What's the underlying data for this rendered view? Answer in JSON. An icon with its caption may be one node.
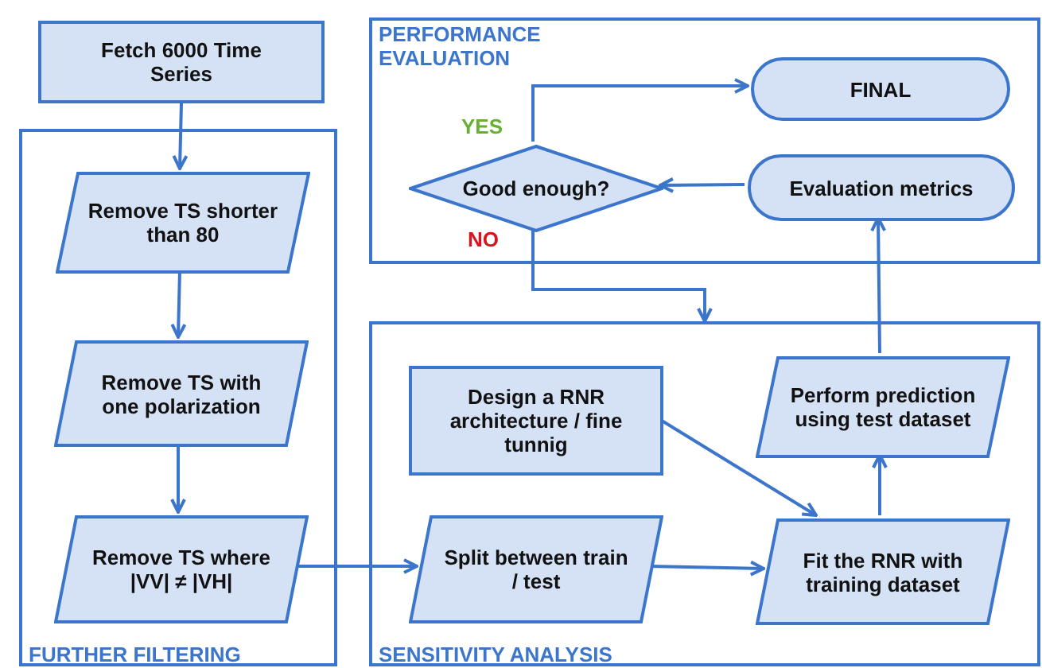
{
  "diagram": {
    "nodes": [
      {
        "text": [
          "Fetch 6000 Time Series"
        ]
      },
      {
        "text": [
          "FURTHER FILTERING"
        ]
      },
      {
        "text": [
          "Remove TS shorter than 80"
        ],
        "in": 1
      },
      {
        "text": [
          "Remove TS with one polarization"
        ],
        "in": 1
      },
      {
        "text": [
          "Remove TS where |VV| ≠ |VH|"
        ],
        "in": 1
      },
      {
        "text": [
          "PERFORMANCE EVALUATION"
        ]
      },
      {
        "text": [
          "FINAL"
        ],
        "in": 5
      },
      {
        "text": [
          "Good enough?"
        ],
        "in": 5
      },
      {
        "text": [
          "Evaluation metrics"
        ],
        "in": 5
      },
      {
        "text": [
          "SENSITIVITY ANALYSIS"
        ]
      },
      {
        "text": [
          "Design a RNR architecture / fine tunnig"
        ],
        "in": 9
      },
      {
        "text": [
          "Perform prediction using test dataset"
        ],
        "in": 9
      },
      {
        "text": [
          "Split between train / test"
        ],
        "in": 9
      },
      {
        "text": [
          "Fit the RNR with training dataset"
        ],
        "in": 9
      }
    ],
    "edges": [
      {
        "from": 0,
        "to": 2,
        "arrow": "to"
      },
      {
        "from": 2,
        "to": 3,
        "arrow": "to"
      },
      {
        "from": 3,
        "to": 4,
        "arrow": "to"
      },
      {
        "from": 4,
        "to": 12,
        "arrow": "to"
      },
      {
        "from": 12,
        "to": 13,
        "arrow": "to"
      },
      {
        "from": 10,
        "to": 13,
        "arrow": "to"
      },
      {
        "from": 13,
        "to": 11,
        "arrow": "to"
      },
      {
        "from": 11,
        "to": 8,
        "arrow": "to"
      },
      {
        "from": 8,
        "to": 7,
        "arrow": "to"
      },
      {
        "from": 7,
        "to": 6,
        "arrow": "to",
        "label": "YES"
      },
      {
        "from": 7,
        "to": 9,
        "arrow": "to",
        "label": "NO"
      }
    ]
  }
}
